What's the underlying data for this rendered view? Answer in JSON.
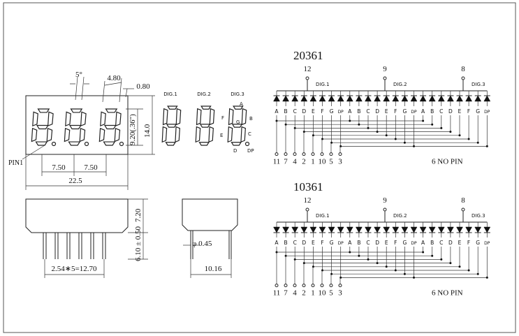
{
  "dimensions": {
    "tilt": "5°",
    "seg_width": "4.80",
    "dp": "0.80",
    "digit_height": "9.20(.36\")",
    "height": "14.0",
    "pitch1": "7.50",
    "pitch2": "7.50",
    "width": "22.5",
    "pin1": "PIN1",
    "side_height": "7.20",
    "pin_length": "6.10 ± 0.50",
    "pin_pitch": "2.54∗5=12.70",
    "pin_dia": "φ 0.45",
    "side_width": "10.16"
  },
  "segment_labels": {
    "dig1": "DIG.1",
    "dig2": "DIG.2",
    "dig3": "DIG.3",
    "A": "A",
    "B": "B",
    "C": "C",
    "D": "D",
    "E": "E",
    "F": "F",
    "G": "G",
    "DP": "DP"
  },
  "circuit_top": {
    "title": "20361",
    "common_pins": [
      "12",
      "9",
      "8"
    ],
    "digits": [
      "DIG.1",
      "DIG.2",
      "DIG.3"
    ],
    "segments": [
      "A",
      "B",
      "C",
      "D",
      "E",
      "F",
      "G",
      "DP",
      "A",
      "B",
      "C",
      "D",
      "E",
      "F",
      "G",
      "DP",
      "A",
      "B",
      "C",
      "D",
      "E",
      "F",
      "G",
      "DP"
    ],
    "bottom_pins": [
      "11",
      "7",
      "4",
      "2",
      "1",
      "10",
      "5",
      "3"
    ],
    "note": "6  NO  PIN"
  },
  "circuit_bottom": {
    "title": "10361",
    "common_pins": [
      "12",
      "9",
      "8"
    ],
    "digits": [
      "DIG.1",
      "DIG.2",
      "DIG.3"
    ],
    "segments": [
      "A",
      "B",
      "C",
      "D",
      "E",
      "F",
      "G",
      "DP",
      "A",
      "B",
      "C",
      "D",
      "E",
      "F",
      "G",
      "DP",
      "A",
      "B",
      "C",
      "D",
      "E",
      "F",
      "G",
      "DP"
    ],
    "bottom_pins": [
      "11",
      "7",
      "4",
      "2",
      "1",
      "10",
      "5",
      "3"
    ],
    "note": "6  NO  PIN"
  }
}
